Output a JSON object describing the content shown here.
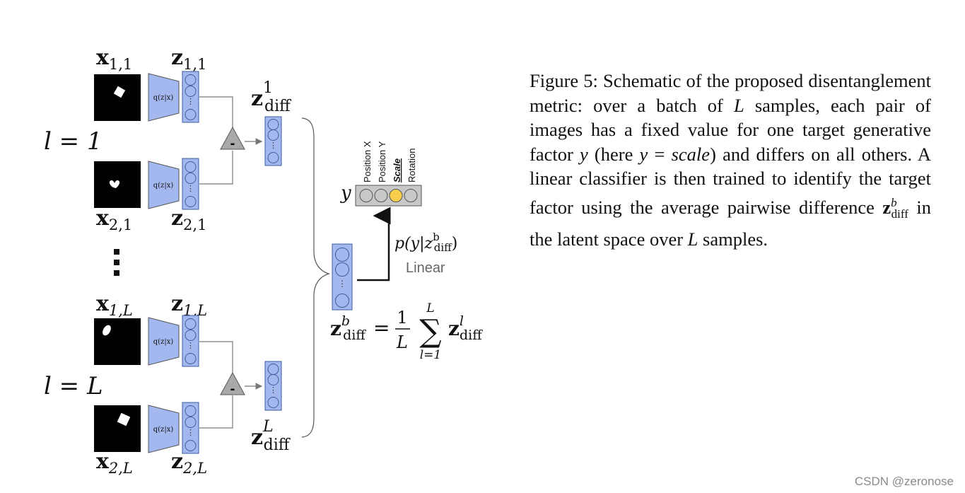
{
  "diagram": {
    "inputs": [
      {
        "label": "x",
        "sub": "1,1"
      },
      {
        "label": "x",
        "sub": "2,1"
      },
      {
        "label": "x",
        "sub": "1,L"
      },
      {
        "label": "x",
        "sub": "2,L"
      }
    ],
    "latents": [
      {
        "label": "z",
        "sub": "1,1"
      },
      {
        "label": "z",
        "sub": "2,1"
      },
      {
        "label": "z",
        "sub": "1,L"
      },
      {
        "label": "z",
        "sub": "2,L"
      }
    ],
    "encoder_label": "q(z|x)",
    "subtract_symbol": "-",
    "diffs": [
      {
        "label": "z",
        "sub": "diff",
        "sup": "1"
      },
      {
        "label": "z",
        "sub": "diff",
        "sup": "L"
      }
    ],
    "batch_labels": [
      "l = 1",
      "l = L"
    ],
    "avg_label": {
      "label": "z",
      "sub": "diff",
      "sup": "b"
    },
    "formula": {
      "lhs": "z",
      "lhs_sub": "diff",
      "lhs_sup": "b",
      "equals": "=",
      "num": "1",
      "den": "L",
      "sum_top": "L",
      "sum_bottom": "l=1",
      "term": "z",
      "term_sub": "diff",
      "term_sup": "l"
    },
    "classifier_prob": "p(y|z",
    "classifier_prob_sup": "b",
    "classifier_prob_sub": "diff",
    "classifier_prob_close": ")",
    "linear_label": "Linear",
    "y_label": "y",
    "factors": [
      "Position X",
      "Position Y",
      "Scale",
      "Rotation"
    ],
    "selected_factor_index": 2,
    "vertical_dots": "⋮"
  },
  "caption": {
    "part1": "Figure 5: Schematic of the proposed disentanglement metric: over a batch of ",
    "var_L": "L",
    "part2": " samples, each pair of images has a fixed value for one target generative factor ",
    "var_y": "y",
    "part3": " (here ",
    "var_y2": "y",
    "eq": " = ",
    "var_scale": "scale",
    "part4": ") and differs on all others. A linear classifier is then trained to identify the target factor using the average pairwise difference ",
    "z_bold": "z",
    "z_sup": "b",
    "z_sub": "diff",
    "part5": " in the latent space over ",
    "var_L2": "L",
    "part6": " samples."
  },
  "watermark": "CSDN @zeronose",
  "colors": {
    "vector_fill": "#a4b8f0",
    "vector_stroke": "#3f5c9c",
    "encoder_fill": "#a4b8f0",
    "highlight": "#f7cf4a",
    "gray_box": "#c8c8c8",
    "triangle": "#a9a9a9"
  }
}
